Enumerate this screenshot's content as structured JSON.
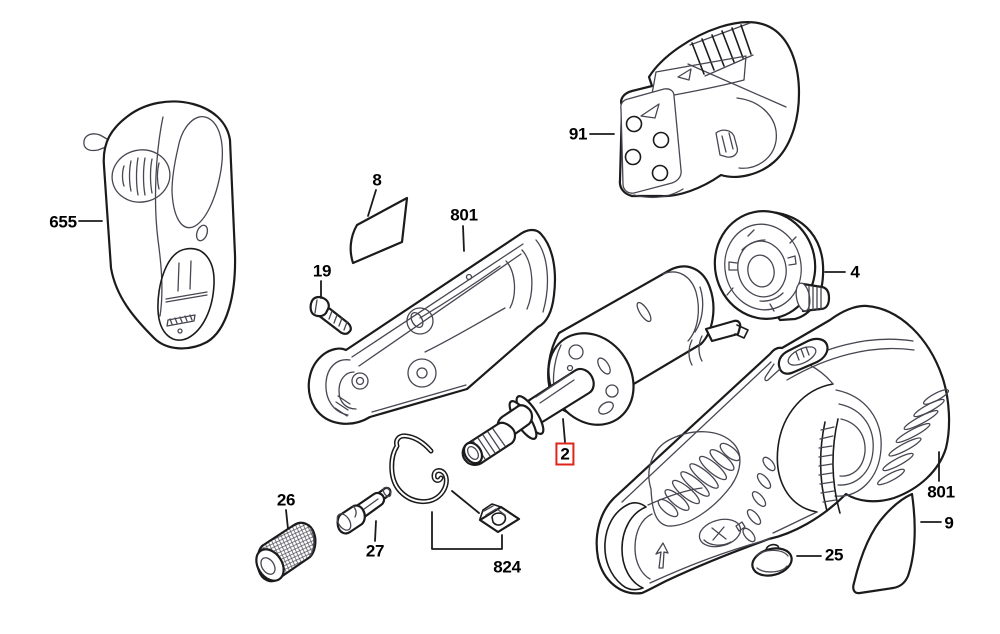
{
  "colors": {
    "background": "#ffffff",
    "line_art": "#1b1b1c",
    "detail_line": "#474752",
    "highlight": "#e02419"
  },
  "selected_part_number": "2",
  "parts": [
    {
      "part_number": "655",
      "highlighted": false
    },
    {
      "part_number": "91",
      "highlighted": false
    },
    {
      "part_number": "8",
      "highlighted": false
    },
    {
      "part_number": "801",
      "highlighted": false
    },
    {
      "part_number": "19",
      "highlighted": false
    },
    {
      "part_number": "2",
      "highlighted": true
    },
    {
      "part_number": "4",
      "highlighted": false
    },
    {
      "part_number": "801",
      "highlighted": false
    },
    {
      "part_number": "9",
      "highlighted": false
    },
    {
      "part_number": "25",
      "highlighted": false
    },
    {
      "part_number": "26",
      "highlighted": false
    },
    {
      "part_number": "27",
      "highlighted": false
    },
    {
      "part_number": "824",
      "highlighted": false
    }
  ]
}
